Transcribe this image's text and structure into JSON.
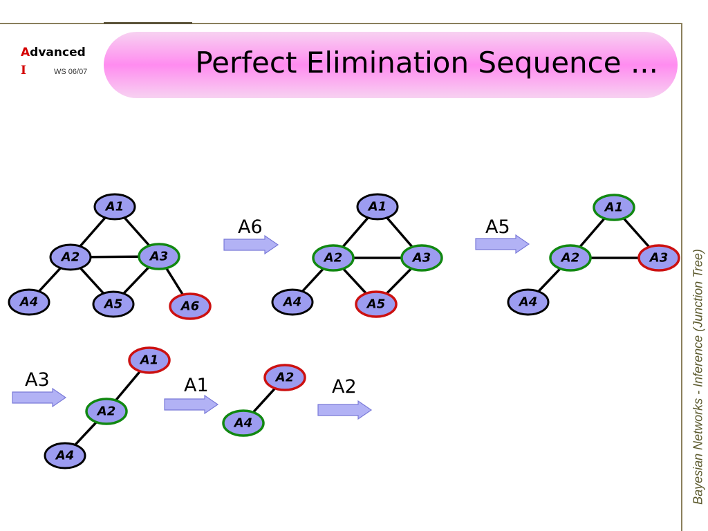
{
  "header": {
    "logo_first": "A",
    "logo_rest": "dvanced",
    "logo_second": "I",
    "course": "WS 06/07",
    "title": "Perfect Elimination Sequence ..."
  },
  "side_label": "Bayesian Networks  - Inference (Junction Tree)",
  "colors": {
    "node_fill": "#9c9cf0",
    "eliminated_ring": "#cc1111",
    "neighbor_ring": "#118811",
    "plain_ring": "#000000",
    "arrow_fill": "#b2b2f5",
    "title_pill": "#ff8cf0"
  },
  "graphs": [
    {
      "nodes": [
        {
          "label": "A1",
          "ring": "plain"
        },
        {
          "label": "A2",
          "ring": "plain"
        },
        {
          "label": "A3",
          "ring": "neighbor"
        },
        {
          "label": "A4",
          "ring": "plain"
        },
        {
          "label": "A5",
          "ring": "plain"
        },
        {
          "label": "A6",
          "ring": "eliminated"
        }
      ]
    },
    {
      "nodes": [
        {
          "label": "A1",
          "ring": "plain"
        },
        {
          "label": "A2",
          "ring": "neighbor"
        },
        {
          "label": "A3",
          "ring": "neighbor"
        },
        {
          "label": "A4",
          "ring": "plain"
        },
        {
          "label": "A5",
          "ring": "eliminated"
        }
      ]
    },
    {
      "nodes": [
        {
          "label": "A1",
          "ring": "neighbor"
        },
        {
          "label": "A2",
          "ring": "neighbor"
        },
        {
          "label": "A3",
          "ring": "eliminated"
        },
        {
          "label": "A4",
          "ring": "plain"
        }
      ]
    },
    {
      "nodes": [
        {
          "label": "A1",
          "ring": "eliminated"
        },
        {
          "label": "A2",
          "ring": "neighbor"
        },
        {
          "label": "A4",
          "ring": "plain"
        }
      ]
    },
    {
      "nodes": [
        {
          "label": "A2",
          "ring": "eliminated"
        },
        {
          "label": "A4",
          "ring": "neighbor"
        }
      ]
    }
  ],
  "elimination_steps": [
    "A6",
    "A5",
    "A3",
    "A1",
    "A2"
  ]
}
